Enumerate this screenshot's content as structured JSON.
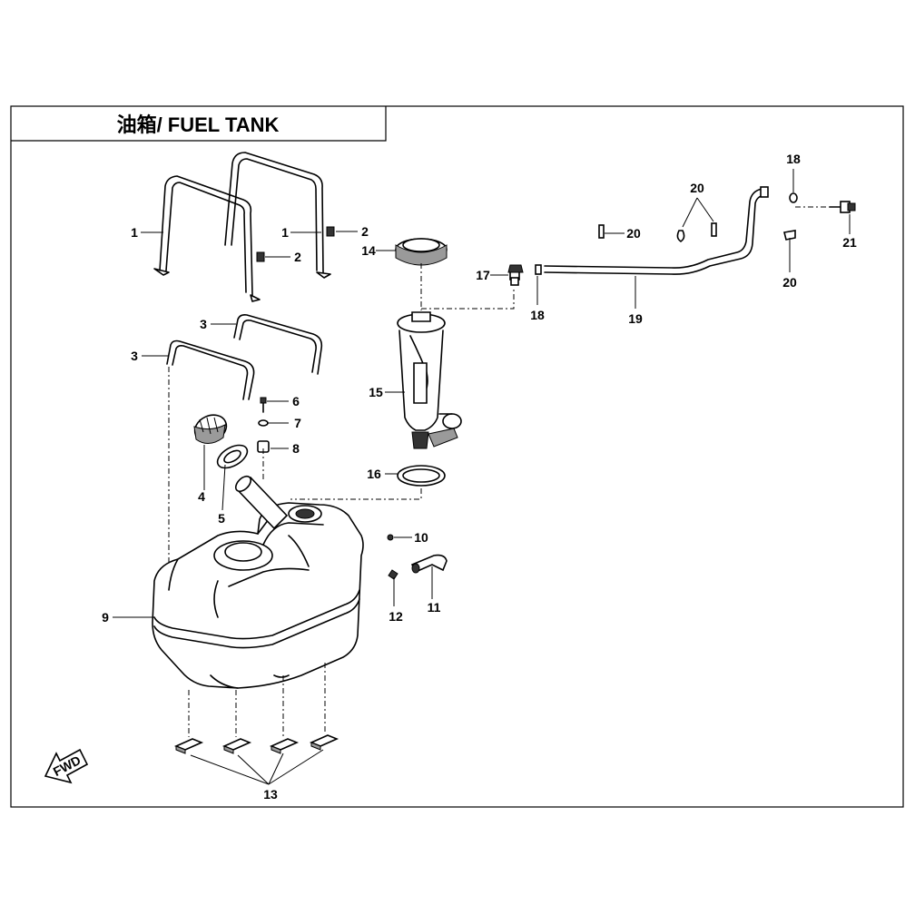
{
  "title": "油箱/ FUEL TANK",
  "fwd_label": "FWD",
  "callouts": [
    {
      "id": "c1a",
      "text": "1"
    },
    {
      "id": "c1b",
      "text": "1"
    },
    {
      "id": "c2a",
      "text": "2"
    },
    {
      "id": "c2b",
      "text": "2"
    },
    {
      "id": "c3a",
      "text": "3"
    },
    {
      "id": "c3b",
      "text": "3"
    },
    {
      "id": "c4",
      "text": "4"
    },
    {
      "id": "c5",
      "text": "5"
    },
    {
      "id": "c6",
      "text": "6"
    },
    {
      "id": "c7",
      "text": "7"
    },
    {
      "id": "c8",
      "text": "8"
    },
    {
      "id": "c9",
      "text": "9"
    },
    {
      "id": "c10",
      "text": "10"
    },
    {
      "id": "c11",
      "text": "11"
    },
    {
      "id": "c12",
      "text": "12"
    },
    {
      "id": "c13",
      "text": "13"
    },
    {
      "id": "c14",
      "text": "14"
    },
    {
      "id": "c15",
      "text": "15"
    },
    {
      "id": "c16",
      "text": "16"
    },
    {
      "id": "c17",
      "text": "17"
    },
    {
      "id": "c18a",
      "text": "18"
    },
    {
      "id": "c18b",
      "text": "18"
    },
    {
      "id": "c19",
      "text": "19"
    },
    {
      "id": "c20a",
      "text": "20"
    },
    {
      "id": "c20b",
      "text": "20"
    },
    {
      "id": "c20c",
      "text": "20"
    },
    {
      "id": "c21",
      "text": "21"
    }
  ]
}
